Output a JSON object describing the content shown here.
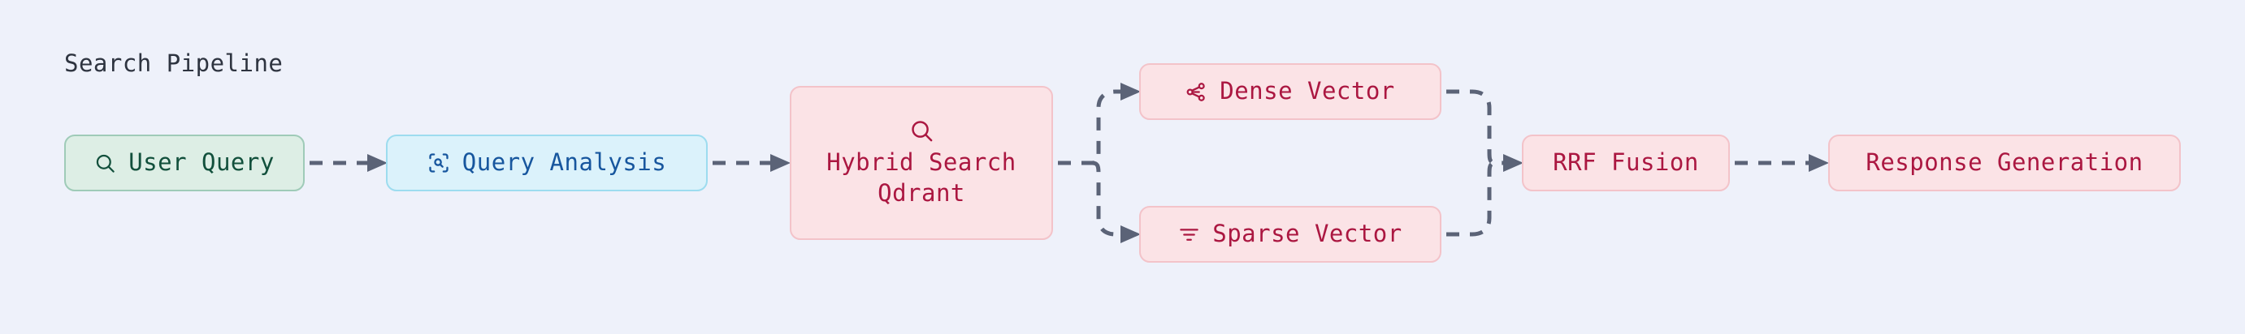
{
  "diagram": {
    "title": "Search Pipeline",
    "background_color": "#eef1fa",
    "type": "flowchart",
    "direction": "left-to-right",
    "connector_color": "#5b6377",
    "connector_style": "dashed-arrow",
    "nodes": [
      {
        "id": "user-query",
        "label": "User Query",
        "icon": "search-icon",
        "palette": "green",
        "fill": "#ddeee5",
        "border": "#9fcbb8",
        "text_color": "#12503c"
      },
      {
        "id": "query-analysis",
        "label": "Query Analysis",
        "icon": "scan-search-icon",
        "palette": "blue",
        "fill": "#dbf2fb",
        "border": "#9ddcef",
        "text_color": "#17569e"
      },
      {
        "id": "hybrid-search",
        "label": "Hybrid Search",
        "sublabel": "Qdrant",
        "icon": "search-icon",
        "palette": "red",
        "fill": "#fbe3e6",
        "border": "#f3c3c9",
        "text_color": "#ab1741"
      },
      {
        "id": "dense-vector",
        "label": "Dense Vector",
        "icon": "network-share-icon",
        "palette": "red",
        "fill": "#fbe3e6",
        "border": "#f3c3c9",
        "text_color": "#ab1741"
      },
      {
        "id": "sparse-vector",
        "label": "Sparse Vector",
        "icon": "filter-icon",
        "palette": "red",
        "fill": "#fbe3e6",
        "border": "#f3c3c9",
        "text_color": "#ab1741"
      },
      {
        "id": "rrf-fusion",
        "label": "RRF Fusion",
        "icon": null,
        "palette": "red",
        "fill": "#fbe3e6",
        "border": "#f3c3c9",
        "text_color": "#ab1741"
      },
      {
        "id": "response-generation",
        "label": "Response Generation",
        "icon": null,
        "palette": "red",
        "fill": "#fbe3e6",
        "border": "#f3c3c9",
        "text_color": "#ab1741"
      }
    ],
    "edges": [
      {
        "from": "user-query",
        "to": "query-analysis"
      },
      {
        "from": "query-analysis",
        "to": "hybrid-search"
      },
      {
        "from": "hybrid-search",
        "to": "dense-vector"
      },
      {
        "from": "hybrid-search",
        "to": "sparse-vector"
      },
      {
        "from": "dense-vector",
        "to": "rrf-fusion"
      },
      {
        "from": "sparse-vector",
        "to": "rrf-fusion"
      },
      {
        "from": "rrf-fusion",
        "to": "response-generation"
      }
    ]
  }
}
